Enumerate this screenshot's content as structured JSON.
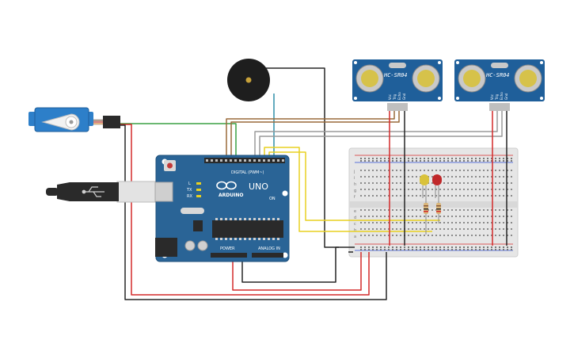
{
  "board": {
    "brand": "ARDUINO",
    "model": "UNO",
    "digital_header": "DIGITAL (PWM~)",
    "power_header": "POWER",
    "analog_header": "ANALOG IN",
    "led_labels": [
      "L",
      "TX",
      "RX"
    ],
    "on_label": "ON"
  },
  "sensors": [
    {
      "label": "HC-SR04",
      "pins": [
        "Vcc",
        "Trig",
        "Echo",
        "Gnd"
      ]
    },
    {
      "label": "HC-SR04",
      "pins": [
        "Vcc",
        "Trig",
        "Echo",
        "Gnd"
      ]
    }
  ],
  "breadboard": {
    "row_letters_top": [
      "j",
      "i",
      "h",
      "g",
      "f"
    ],
    "row_letters_bottom": [
      "e",
      "d",
      "c",
      "b",
      "a"
    ]
  },
  "colors": {
    "board": "#2a6496",
    "board_edge": "#1d4f7a",
    "sensor": "#1f5f9a",
    "wire_red": "#d42a2a",
    "wire_black": "#262626",
    "wire_yellow": "#e8d020",
    "wire_green": "#3aa043",
    "wire_brown": "#9a6a3a",
    "wire_gray": "#9a9a9a",
    "wire_teal": "#2f8fa8",
    "breadboard": "#e6e6e6",
    "led_yellow": "#d9c23a",
    "led_red": "#c0282a"
  }
}
